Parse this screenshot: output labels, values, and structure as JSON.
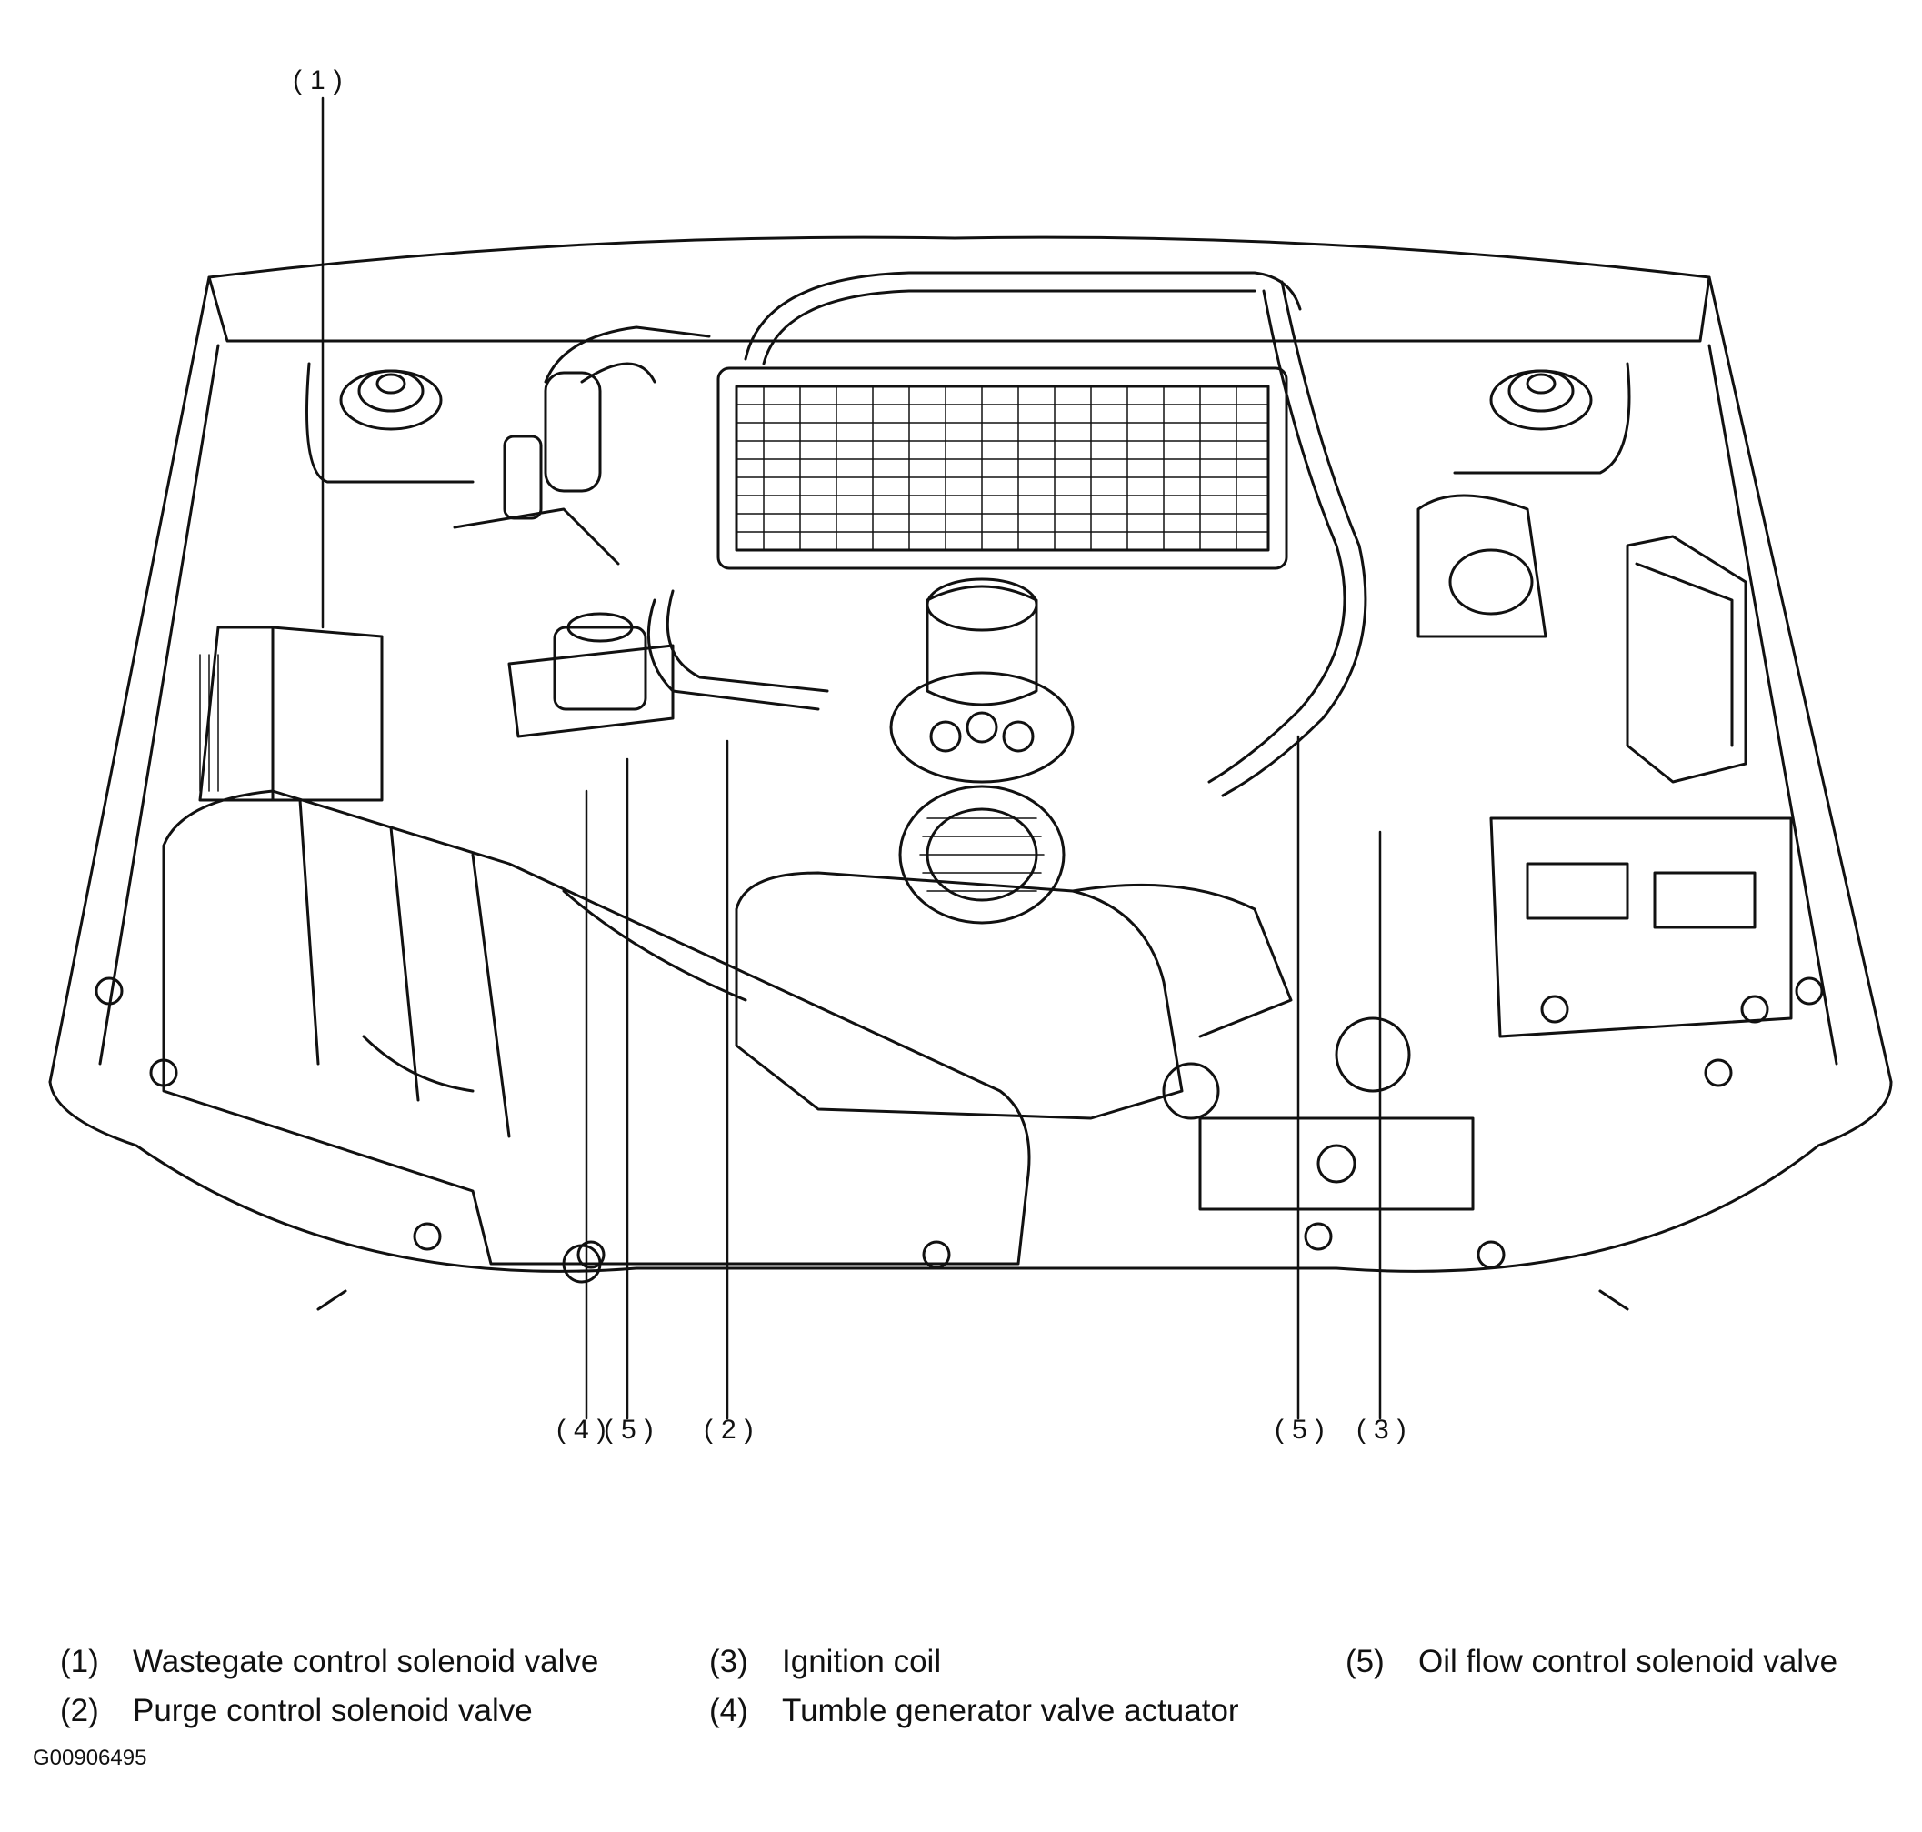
{
  "callouts": {
    "c1": "(1)",
    "c4": "(4)",
    "c5a": "(5)",
    "c2": "(2)",
    "c5b": "(5)",
    "c3": "(3)"
  },
  "legend": [
    {
      "num": "(1)",
      "text": "Wastegate control solenoid valve"
    },
    {
      "num": "(2)",
      "text": "Purge control solenoid valve"
    },
    {
      "num": "(3)",
      "text": "Ignition coil"
    },
    {
      "num": "(4)",
      "text": "Tumble generator valve actuator"
    },
    {
      "num": "(5)",
      "text": "Oil flow control solenoid valve"
    }
  ],
  "figure_id": "G00906495"
}
